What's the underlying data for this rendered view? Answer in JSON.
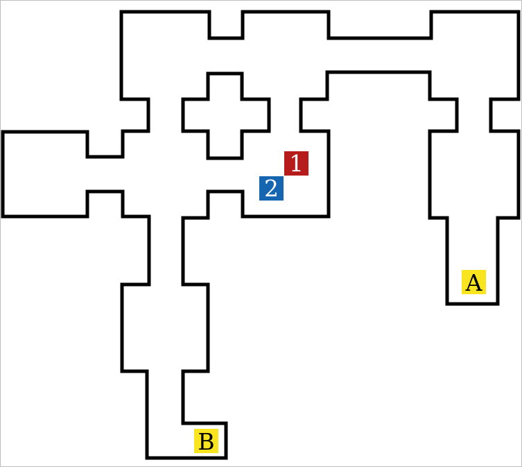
{
  "colors": {
    "background": "#ffffff",
    "wall": "#000000",
    "player_1": "#b71c1c",
    "player_2": "#1565b0",
    "goal": "#f9e51f"
  },
  "players": [
    {
      "id": "player-1",
      "label": "1",
      "color": "#b71c1c",
      "text_color": "#ffffff"
    },
    {
      "id": "player-2",
      "label": "2",
      "color": "#1565b0",
      "text_color": "#ffffff"
    }
  ],
  "goals": [
    {
      "id": "goal-a",
      "label": "A",
      "color": "#f9e51f",
      "text_color": "#000000"
    },
    {
      "id": "goal-b",
      "label": "B",
      "color": "#f9e51f",
      "text_color": "#000000"
    }
  ]
}
